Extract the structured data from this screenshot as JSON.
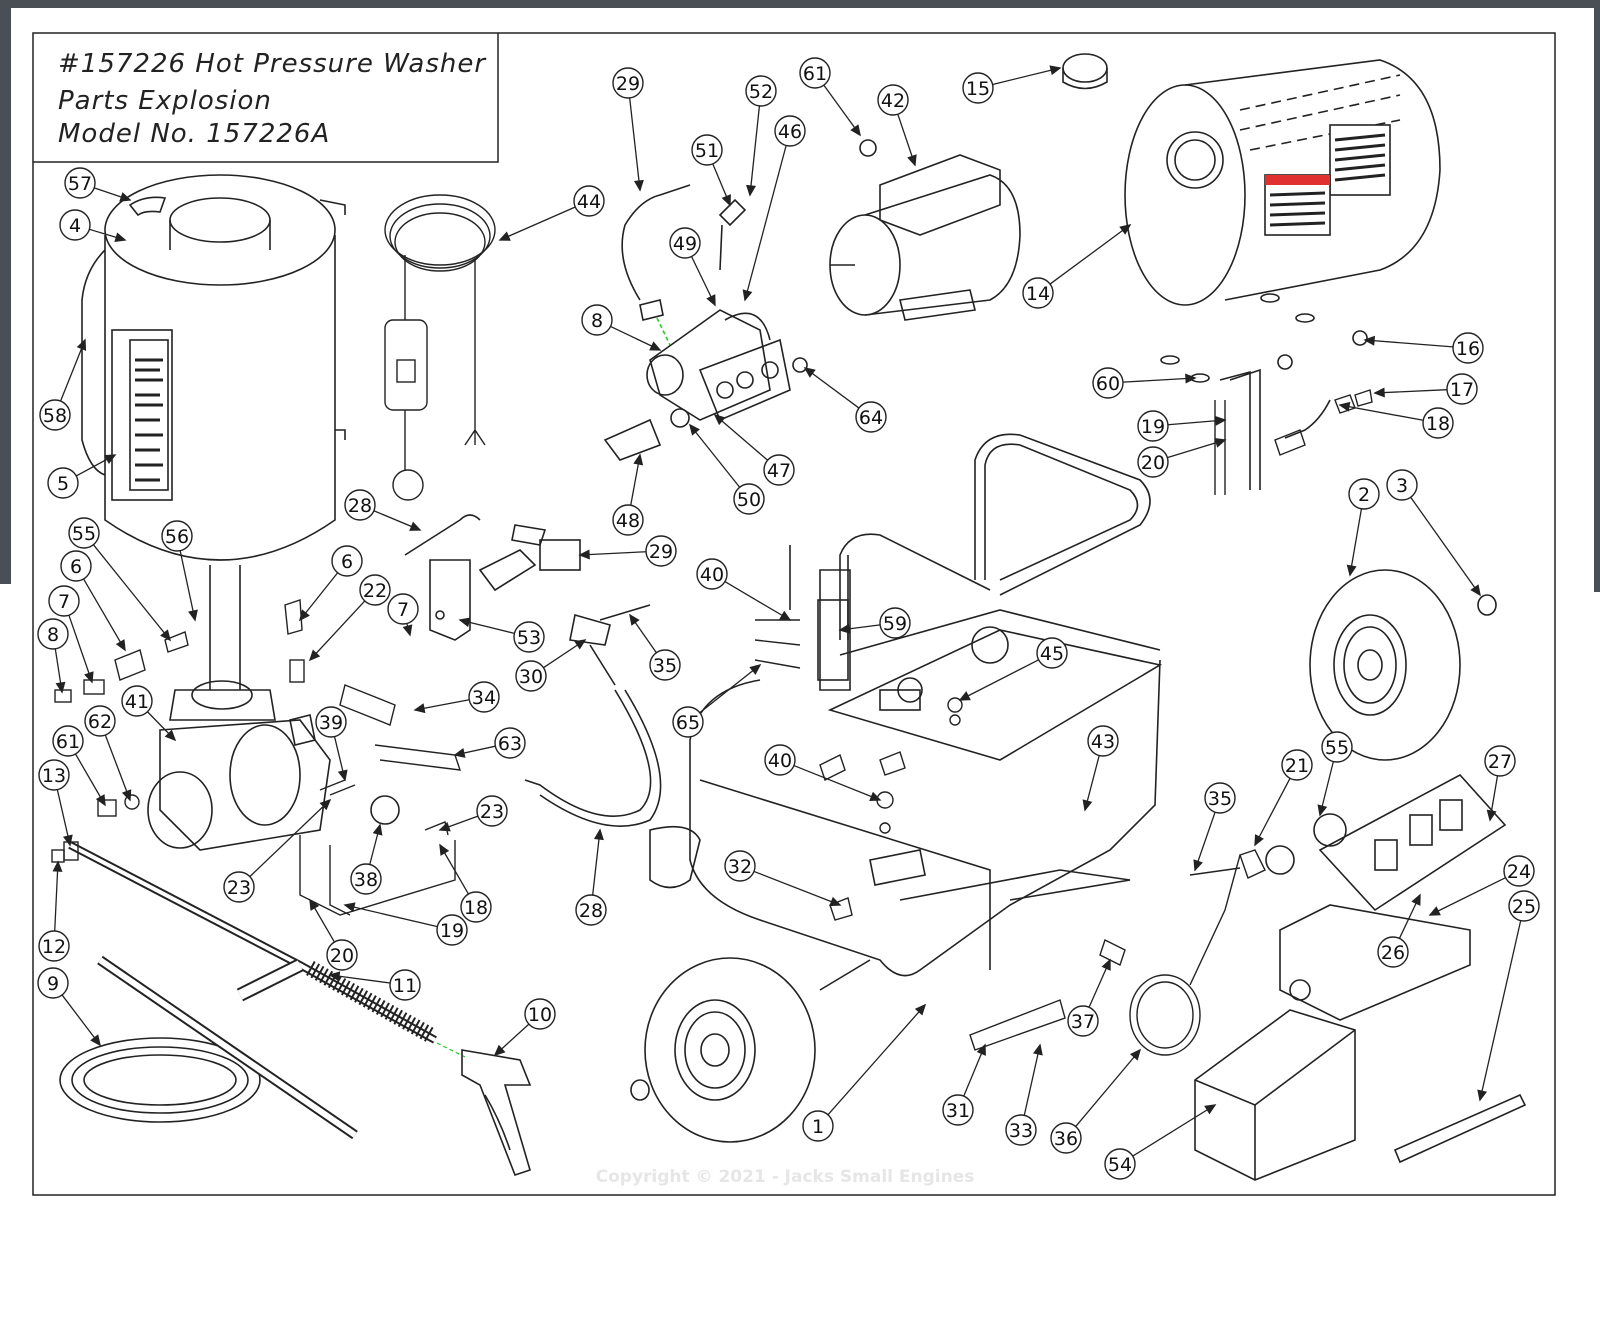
{
  "title_block": {
    "line1": "#157226 Hot Pressure Washer",
    "line2": "Parts Explosion",
    "line3": "Model No. 157226A"
  },
  "watermark": "Copyright © 2021 - Jacks Small Engines",
  "colors": {
    "frame_dark": "#4a4f55",
    "line": "#1a1a1a",
    "leader": "#1a1a1a",
    "accent_green": "#22cc22",
    "warning_red": "#e03030"
  },
  "callouts": [
    {
      "id": "c57",
      "label": "57"
    },
    {
      "id": "c4",
      "label": "4"
    },
    {
      "id": "c58",
      "label": "58"
    },
    {
      "id": "c5",
      "label": "5"
    },
    {
      "id": "c55a",
      "label": "55"
    },
    {
      "id": "c56",
      "label": "56"
    },
    {
      "id": "c6a",
      "label": "6"
    },
    {
      "id": "c7a",
      "label": "7"
    },
    {
      "id": "c8a",
      "label": "8"
    },
    {
      "id": "c41",
      "label": "41"
    },
    {
      "id": "c62",
      "label": "62"
    },
    {
      "id": "c61a",
      "label": "61"
    },
    {
      "id": "c13",
      "label": "13"
    },
    {
      "id": "c12",
      "label": "12"
    },
    {
      "id": "c9",
      "label": "9"
    },
    {
      "id": "c11",
      "label": "11"
    },
    {
      "id": "c10",
      "label": "10"
    },
    {
      "id": "c23a",
      "label": "23"
    },
    {
      "id": "c20a",
      "label": "20"
    },
    {
      "id": "c38",
      "label": "38"
    },
    {
      "id": "c39",
      "label": "39"
    },
    {
      "id": "c19a",
      "label": "19"
    },
    {
      "id": "c18a",
      "label": "18"
    },
    {
      "id": "c23b",
      "label": "23"
    },
    {
      "id": "c63",
      "label": "63"
    },
    {
      "id": "c34",
      "label": "34"
    },
    {
      "id": "c6b",
      "label": "6"
    },
    {
      "id": "c22",
      "label": "22"
    },
    {
      "id": "c7b",
      "label": "7"
    },
    {
      "id": "c28a",
      "label": "28"
    },
    {
      "id": "c53",
      "label": "53"
    },
    {
      "id": "c29b",
      "label": "29"
    },
    {
      "id": "c30",
      "label": "30"
    },
    {
      "id": "c35a",
      "label": "35"
    },
    {
      "id": "c28b",
      "label": "28"
    },
    {
      "id": "c44",
      "label": "44"
    },
    {
      "id": "c29a",
      "label": "29"
    },
    {
      "id": "c52",
      "label": "52"
    },
    {
      "id": "c51",
      "label": "51"
    },
    {
      "id": "c49",
      "label": "49"
    },
    {
      "id": "c8b",
      "label": "8"
    },
    {
      "id": "c46",
      "label": "46"
    },
    {
      "id": "c61b",
      "label": "61"
    },
    {
      "id": "c42",
      "label": "42"
    },
    {
      "id": "c64",
      "label": "64"
    },
    {
      "id": "c47",
      "label": "47"
    },
    {
      "id": "c50",
      "label": "50"
    },
    {
      "id": "c48",
      "label": "48"
    },
    {
      "id": "c15",
      "label": "15"
    },
    {
      "id": "c14",
      "label": "14"
    },
    {
      "id": "c16",
      "label": "16"
    },
    {
      "id": "c17",
      "label": "17"
    },
    {
      "id": "c18b",
      "label": "18"
    },
    {
      "id": "c60",
      "label": "60"
    },
    {
      "id": "c19b",
      "label": "19"
    },
    {
      "id": "c20b",
      "label": "20"
    },
    {
      "id": "c2",
      "label": "2"
    },
    {
      "id": "c3",
      "label": "3"
    },
    {
      "id": "c40a",
      "label": "40"
    },
    {
      "id": "c59",
      "label": "59"
    },
    {
      "id": "c65",
      "label": "65"
    },
    {
      "id": "c45",
      "label": "45"
    },
    {
      "id": "c40b",
      "label": "40"
    },
    {
      "id": "c43",
      "label": "43"
    },
    {
      "id": "c32",
      "label": "32"
    },
    {
      "id": "c35b",
      "label": "35"
    },
    {
      "id": "c21",
      "label": "21"
    },
    {
      "id": "c55b",
      "label": "55"
    },
    {
      "id": "c27",
      "label": "27"
    },
    {
      "id": "c24",
      "label": "24"
    },
    {
      "id": "c25",
      "label": "25"
    },
    {
      "id": "c26",
      "label": "26"
    },
    {
      "id": "c37",
      "label": "37"
    },
    {
      "id": "c36",
      "label": "36"
    },
    {
      "id": "c31",
      "label": "31"
    },
    {
      "id": "c33",
      "label": "33"
    },
    {
      "id": "c1",
      "label": "1"
    },
    {
      "id": "c54",
      "label": "54"
    }
  ]
}
